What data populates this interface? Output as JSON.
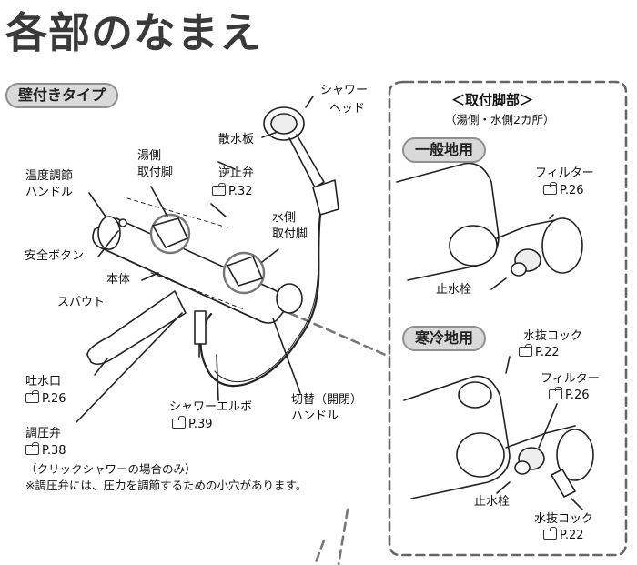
{
  "title": "各部のなまえ",
  "type_label": "壁付きタイプ",
  "mount": {
    "heading": "＜取付脚部＞",
    "subheading": "（湯側・水側2カ所）",
    "general": "一般地用",
    "cold": "寒冷地用"
  },
  "labels": {
    "shower_head_1": "シャワー",
    "shower_head_2": "ヘッド",
    "spray_plate": "散水板",
    "hot_leg_1": "湯側",
    "hot_leg_2": "取付脚",
    "check_valve": "逆止弁",
    "check_valve_page": "P.32",
    "temp_handle_1": "温度調節",
    "temp_handle_2": "ハンドル",
    "cold_leg_1": "水側",
    "cold_leg_2": "取付脚",
    "safety_button": "安全ボタン",
    "body": "本体",
    "spout": "スパウト",
    "outlet": "吐水口",
    "outlet_page": "P.26",
    "shower_elbow": "シャワーエルボ",
    "shower_elbow_page": "P.39",
    "switch_handle_1": "切替（開閉）",
    "switch_handle_2": "ハンドル",
    "regulator": "調圧弁",
    "regulator_page": "P.38",
    "note1": "（クリックシャワーの場合のみ）",
    "note2": "※調圧弁には、圧力を調節するための小穴があります。",
    "filter_general": "フィルター",
    "filter_general_page": "P.26",
    "stop_general": "止水栓",
    "drain_top": "水抜コック",
    "drain_top_page": "P.22",
    "filter_cold": "フィルター",
    "filter_cold_page": "P.26",
    "stop_cold": "止水栓",
    "drain_bottom": "水抜コック",
    "drain_bottom_page": "P.22"
  }
}
